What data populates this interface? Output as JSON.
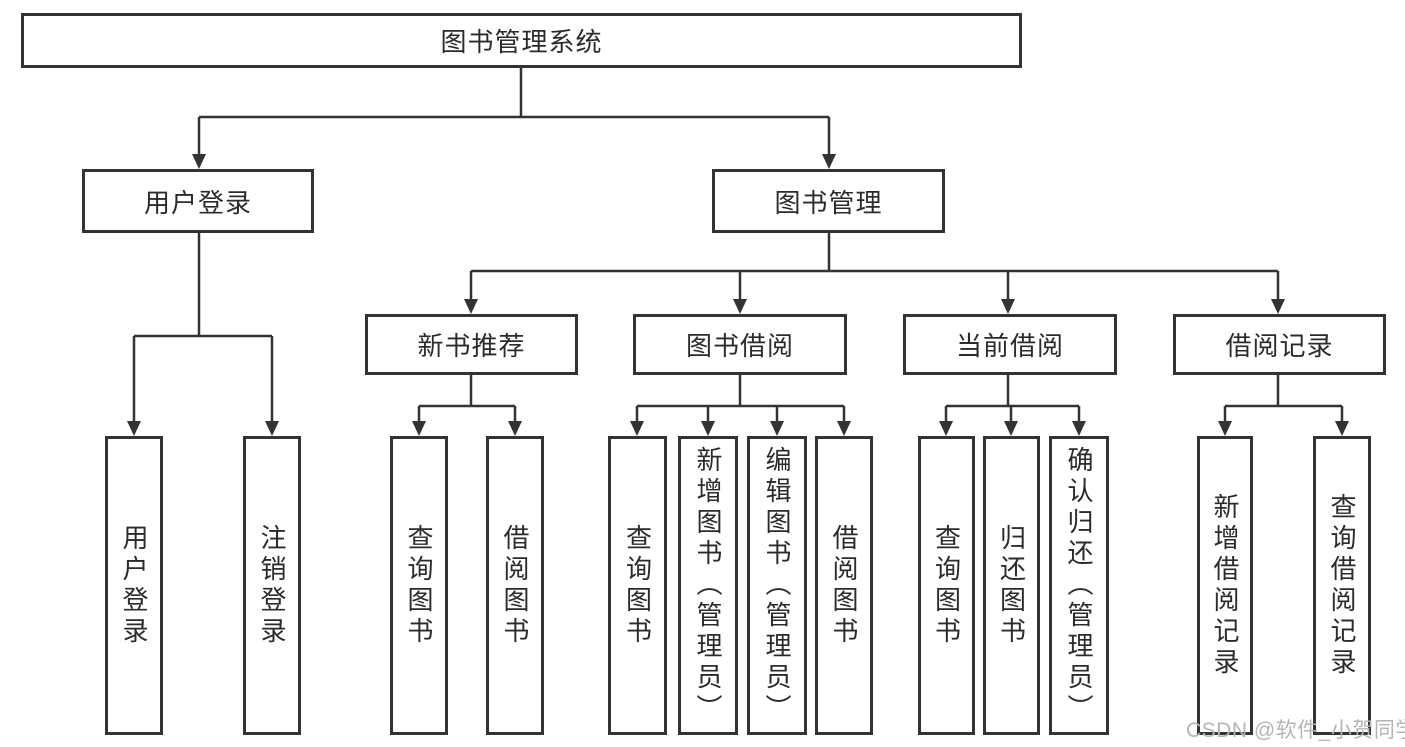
{
  "colors": {
    "line": "#333333",
    "box_border": "#333333",
    "text_color": "#2b2b2b",
    "background": "#ffffff",
    "watermark_color": "#b5b5b5"
  },
  "nodes": {
    "root": {
      "label": "图书管理系统"
    },
    "user_login": {
      "label": "用户登录"
    },
    "book_management": {
      "label": "图书管理"
    },
    "new_book_recommendation": {
      "label": "新书推荐"
    },
    "book_borrowing": {
      "label": "图书借阅"
    },
    "current_borrowing": {
      "label": "当前借阅"
    },
    "borrowing_records": {
      "label": "借阅记录"
    },
    "leaf_user_login": {
      "label": "用户登录"
    },
    "leaf_logout": {
      "label": "注销登录"
    },
    "leaf_recommend_query_books": {
      "label": "查询图书"
    },
    "leaf_recommend_borrow_books": {
      "label": "借阅图书"
    },
    "leaf_borrowing_query_books": {
      "label": "查询图书"
    },
    "leaf_borrowing_add_books": {
      "label": "新增图书（管理员）"
    },
    "leaf_borrowing_edit_books": {
      "label": "编辑图书（管理员）"
    },
    "leaf_borrowing_borrow_books": {
      "label": "借阅图书"
    },
    "leaf_current_query_books": {
      "label": "查询图书"
    },
    "leaf_current_return_books": {
      "label": "归还图书"
    },
    "leaf_current_confirm_return": {
      "label": "确认归还（管理员）"
    },
    "leaf_records_add_record": {
      "label": "新增借阅记录"
    },
    "leaf_records_query_record": {
      "label": "查询借阅记录"
    }
  },
  "hierarchy": {
    "图书管理系统": [
      "用户登录",
      "图书管理"
    ],
    "用户登录": [
      "用户登录",
      "注销登录"
    ],
    "图书管理": [
      "新书推荐",
      "图书借阅",
      "当前借阅",
      "借阅记录"
    ],
    "新书推荐": [
      "查询图书",
      "借阅图书"
    ],
    "图书借阅": [
      "查询图书",
      "新增图书（管理员）",
      "编辑图书（管理员）",
      "借阅图书"
    ],
    "当前借阅": [
      "查询图书",
      "归还图书",
      "确认归还（管理员）"
    ],
    "借阅记录": [
      "新增借阅记录",
      "查询借阅记录"
    ]
  },
  "watermark": {
    "text": "CSDN @软件_小贺同学"
  }
}
